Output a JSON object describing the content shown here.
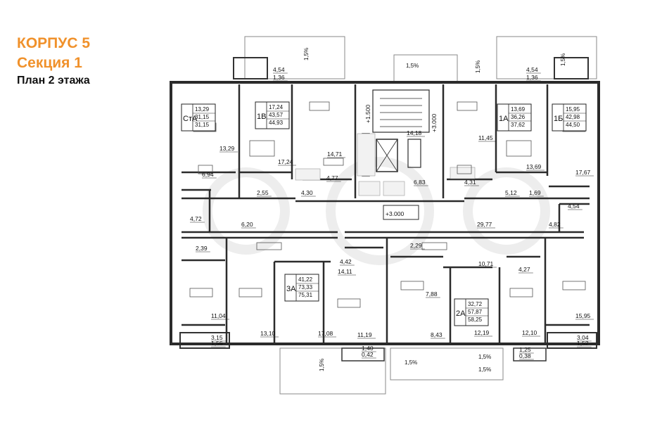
{
  "header": {
    "building": "КОРПУС 5",
    "section": "Секция 1",
    "plan": "План 2 этажа"
  },
  "colors": {
    "title_accent": "#f0912b",
    "wall": "#2b2b2b",
    "tile": "#f2f2f2"
  },
  "elevations": {
    "stair": "+1.500",
    "stair_mid": "+3.000",
    "corridor": "+3.000"
  },
  "slopes": {
    "slope": "1,5%"
  },
  "apartments": [
    {
      "code": "СтА",
      "values": [
        "13,29",
        "31,15",
        "31,15"
      ]
    },
    {
      "code": "1В",
      "values": [
        "17,24",
        "43,57",
        "44,93"
      ]
    },
    {
      "code": "1А",
      "values": [
        "13,69",
        "36,26",
        "37,62"
      ]
    },
    {
      "code": "1Б",
      "values": [
        "15,95",
        "42,98",
        "44,50"
      ]
    },
    {
      "code": "3А",
      "values": [
        "41,22",
        "73,33",
        "75,31"
      ]
    },
    {
      "code": "2А",
      "values": [
        "32,72",
        "57,87",
        "58,25"
      ]
    }
  ],
  "room_labels": [
    "4,54",
    "1,36",
    "4,54",
    "1,36",
    "13,29",
    "17,24",
    "14,71",
    "14,18",
    "11,45",
    "17,67",
    "13,69",
    "6,94",
    "2,55",
    "4,30",
    "4,77",
    "6,83",
    "4,31",
    "5,12",
    "1,69",
    "4,54",
    "4,72",
    "6,20",
    "29,77",
    "4,82",
    "2,39",
    "2,29",
    "4,42",
    "14,11",
    "10,71",
    "4,27",
    "7,88",
    "11,04",
    "13,10",
    "17,08",
    "11,19",
    "8,43",
    "12,19",
    "12,10",
    "15,95",
    "3,15",
    "1,56",
    "1,40",
    "0,42",
    "1,25",
    "0,38",
    "3,04",
    "1,52"
  ]
}
